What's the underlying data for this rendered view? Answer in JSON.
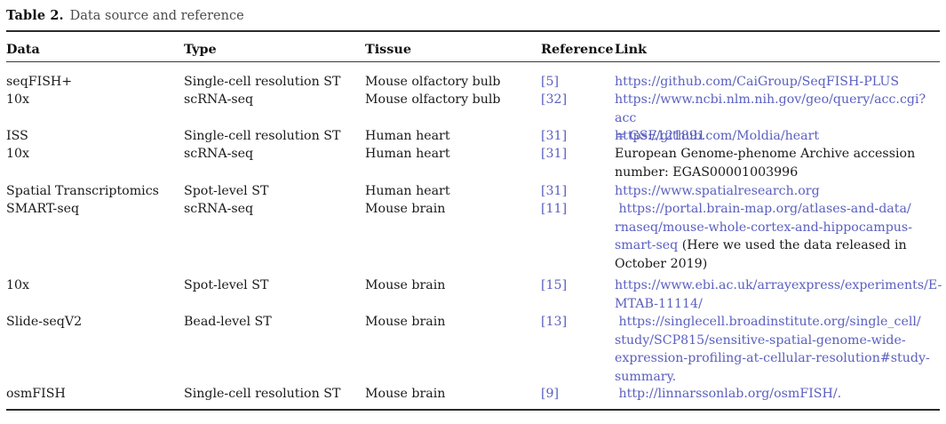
{
  "caption": {
    "label": "Table 2.",
    "text": "Data source and reference"
  },
  "table": {
    "columns": [
      {
        "key": "data",
        "header": "Data"
      },
      {
        "key": "type",
        "header": "Type"
      },
      {
        "key": "tissue",
        "header": "Tissue"
      },
      {
        "key": "reference",
        "header": "Reference"
      },
      {
        "key": "link",
        "header": "Link"
      }
    ],
    "rows": [
      {
        "data": "seqFISH+",
        "type": "Single-cell resolution ST",
        "tissue": "Mouse olfactory bulb",
        "reference": "[5]",
        "link": "https://github.com/CaiGroup/SeqFISH-PLUS",
        "link_is_url": true
      },
      {
        "data": "10x",
        "type": "scRNA-seq",
        "tissue": "Mouse olfactory bulb",
        "reference": "[32]",
        "link": "https://www.ncbi.nlm.nih.gov/geo/query/acc.cgi?acc\n= GSE121891",
        "link_is_url": true
      },
      {
        "data": "ISS",
        "type": "Single-cell resolution ST",
        "tissue": "Human heart",
        "reference": "[31]",
        "link": "https://github.com/Moldia/heart",
        "link_is_url": true
      },
      {
        "data": "10x",
        "type": "scRNA-seq",
        "tissue": "Human heart",
        "reference": "[31]",
        "link": "European Genome-phenome Archive accession\nnumber: EGAS00001003996",
        "link_is_url": false
      },
      {
        "data": "Spatial Transcriptomics",
        "type": "Spot-level ST",
        "tissue": "Human heart",
        "reference": "[31]",
        "link": "https://www.spatialresearch.org",
        "link_is_url": true
      },
      {
        "data": "SMART-seq",
        "type": "scRNA-seq",
        "tissue": "Mouse brain",
        "reference": "[11]",
        "link_url": " https://portal.brain-map.org/atlases-and-data/\nrnaseq/mouse-whole-cortex-and-hippocampus-\nsmart-seq",
        "link_note": " (Here we used the data released in\nOctober 2019)",
        "link_is_url": true
      },
      {
        "data": "10x",
        "type": "Spot-level ST",
        "tissue": "Mouse brain",
        "reference": "[15]",
        "link": "https://www.ebi.ac.uk/arrayexpress/experiments/E-\nMTAB-11114/",
        "link_is_url": true
      },
      {
        "data": "Slide-seqV2",
        "type": "Bead-level ST",
        "tissue": "Mouse brain",
        "reference": "[13]",
        "link": " https://singlecell.broadinstitute.org/single_cell/\nstudy/SCP815/sensitive-spatial-genome-wide-\nexpression-profiling-at-cellular-resolution#study-\nsummary.",
        "link_is_url": true
      },
      {
        "data": "osmFISH",
        "type": "Single-cell resolution ST",
        "tissue": "Mouse brain",
        "reference": "[9]",
        "link": " http://linnarssonlab.org/osmFISH/.",
        "link_is_url": true
      }
    ]
  },
  "colors": {
    "link": "#5a5fbf",
    "text": "#1a1a1a",
    "caption_text": "#4b4b4b",
    "rule": "#2b2b2b"
  },
  "layout": {
    "row_tops": [
      82,
      102,
      143,
      163,
      205,
      225,
      311,
      352,
      433
    ]
  }
}
